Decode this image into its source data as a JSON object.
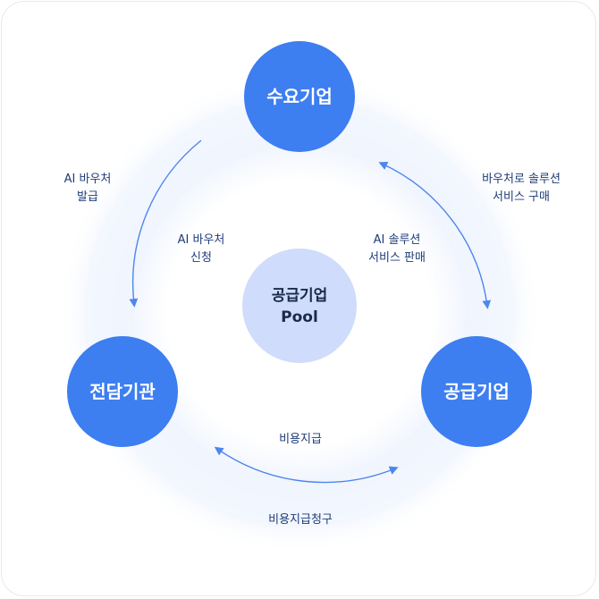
{
  "nodes": {
    "demand": "수요기업",
    "agency": "전담기관",
    "supplier": "공급기업",
    "pool": [
      "공급기업",
      "Pool"
    ]
  },
  "edges": {
    "agency_to_demand": [
      "AI 바우처",
      "발급"
    ],
    "demand_to_agency": [
      "AI 바우처",
      "신청"
    ],
    "demand_to_supplier": [
      "바우처로 솔루션",
      "서비스 구매"
    ],
    "supplier_to_demand": [
      "AI 솔루션",
      "서비스 판매"
    ],
    "agency_to_supplier": "비용지급",
    "supplier_to_agency": "비용지급청구"
  },
  "colors": {
    "node_fill": "#3d7ef0",
    "pool_fill": "#cfdcfb",
    "arrow": "#4d86ee",
    "label_text": "#1f3c78"
  }
}
